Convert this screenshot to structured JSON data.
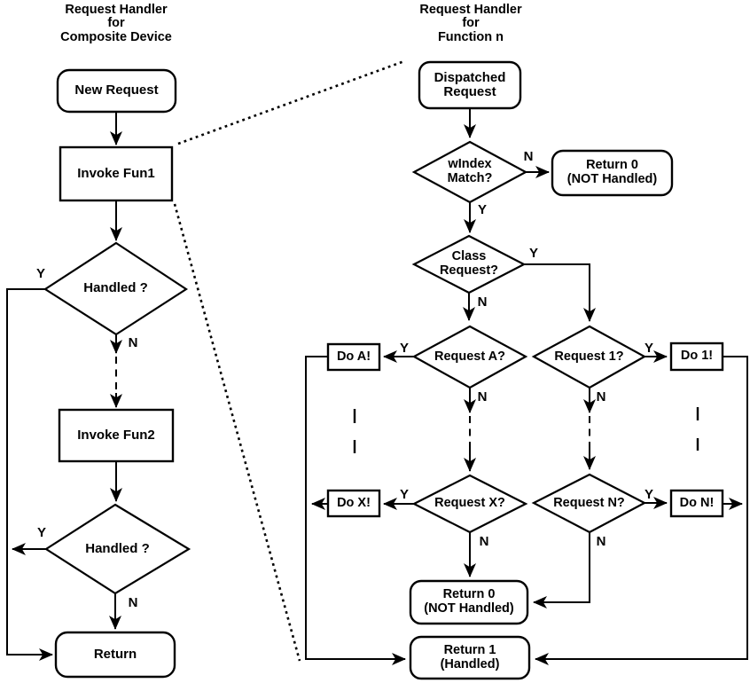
{
  "colors": {
    "line": "#000000",
    "background": "#ffffff",
    "text": "#000000"
  },
  "edge_labels": {
    "yes": "Y",
    "no": "N"
  },
  "left_chart": {
    "title": "Request Handler\nfor\nComposite Device",
    "nodes": {
      "new_request": "New Request",
      "invoke_fun1": "Invoke Fun1",
      "handled_1": "Handled ?",
      "invoke_fun2": "Invoke Fun2",
      "handled_2": "Handled ?",
      "return": "Return"
    }
  },
  "right_chart": {
    "title": "Request Handler\nfor\nFunction n",
    "nodes": {
      "dispatched_request": "Dispatched\nRequest",
      "windex_match": "wIndex\nMatch?",
      "return_0_top": "Return 0\n(NOT Handled)",
      "class_request": "Class\nRequest?",
      "request_a": "Request A?",
      "do_a": "Do A!",
      "request_x": "Request X?",
      "do_x": "Do X!",
      "return_0_bottom": "Return 0\n(NOT Handled)",
      "request_1": "Request 1?",
      "do_1": "Do 1!",
      "request_n": "Request N?",
      "do_n": "Do N!",
      "return_1": "Return 1\n(Handled)"
    }
  }
}
